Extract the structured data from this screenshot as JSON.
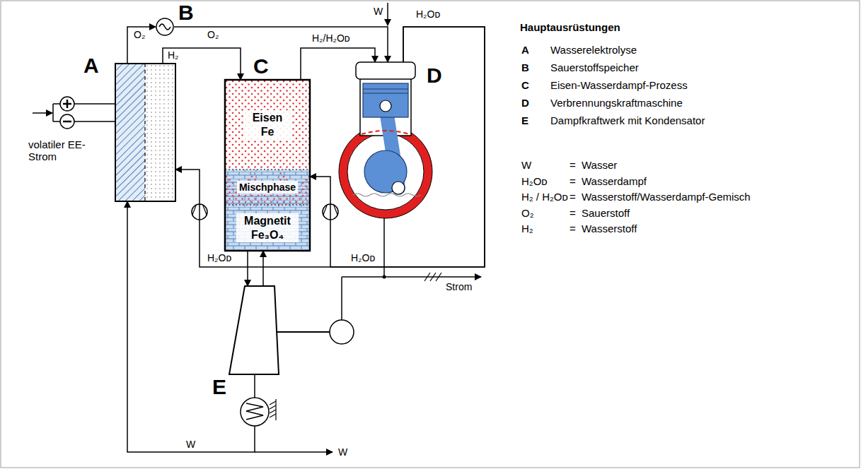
{
  "diagram": {
    "nodes": [
      {
        "text": [
          "A"
        ]
      },
      {
        "text": [
          "B"
        ]
      },
      {
        "text": [
          "C"
        ]
      },
      {
        "text": [
          "Eisen Fe"
        ],
        "in": 2
      },
      {
        "text": [
          "Mischphase"
        ],
        "in": 2
      },
      {
        "text": [
          "Magnetit Fe₃O₄"
        ],
        "in": 2
      },
      {
        "text": [
          "D"
        ]
      },
      {
        "text": [
          "E"
        ]
      }
    ],
    "edges": [
      {
        "from": 0,
        "to": 1,
        "label": "O₂",
        "arrow": "to"
      },
      {
        "from": 1,
        "to": 6,
        "label": "O₂",
        "arrow": "to"
      },
      {
        "from": 0,
        "to": 2,
        "label": "H₂",
        "arrow": "to"
      },
      {
        "from": 2,
        "to": 6,
        "label": "H₂/H₂Oᴅ",
        "arrow": "to"
      },
      {
        "from": 6,
        "to": 2,
        "label": "H₂Oᴅ",
        "arrow": "to"
      },
      {
        "from": 6,
        "to": 0,
        "label": "H₂Oᴅ",
        "arrow": "to"
      },
      {
        "from": 2,
        "to": 7,
        "arrow": "to"
      },
      {
        "from": 7,
        "to": 2,
        "arrow": "to"
      },
      {
        "from": 7,
        "to": 0,
        "label": "W",
        "arrow": "to"
      }
    ],
    "labels": [
      "volatiler EE-Strom",
      "W",
      "H₂Oᴅ",
      "Strom",
      "W",
      "Hauptausrüstungen",
      "A",
      "Wasserelektrolyse",
      "B",
      "Sauerstoffspeicher",
      "C",
      "Eisen-Wasserdampf-Prozess",
      "D",
      "Verbrennungskraftmaschine",
      "E",
      "Dampfkraftwerk mit Kondensator",
      "W",
      "=",
      "Wasser",
      "H₂Oᴅ",
      "=",
      "Wasserdampf",
      "H₂ / H₂Oᴅ",
      "=",
      "Wasserstoff/Wasserdampf-Gemisch",
      "O₂",
      "=",
      "Sauerstoff",
      "H₂",
      "=",
      "Wasserstoff"
    ]
  }
}
